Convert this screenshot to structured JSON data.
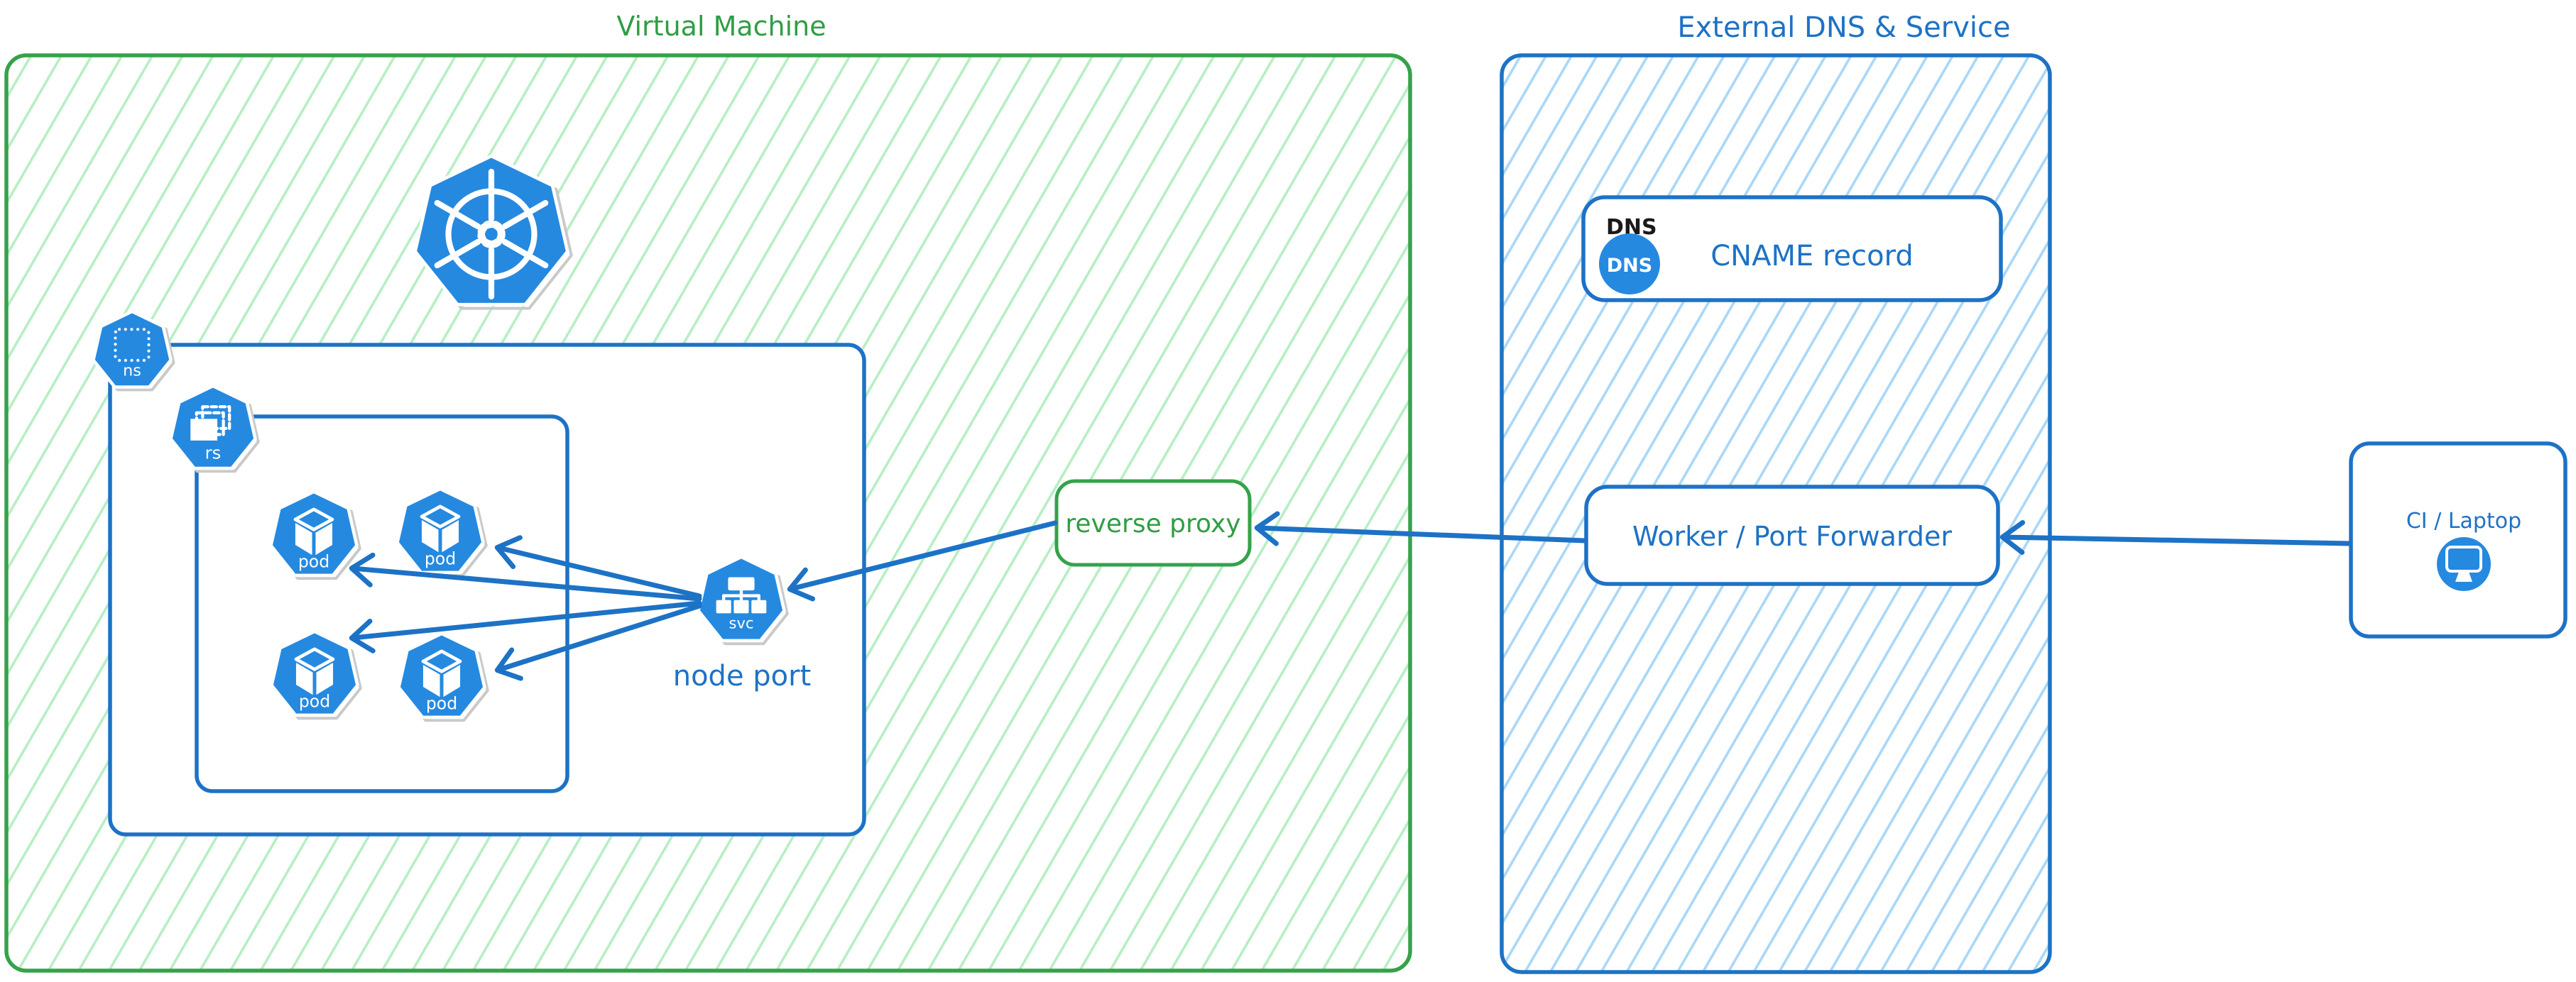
{
  "vm": {
    "title": "Virtual Machine",
    "node_port_label": "node port",
    "reverse_proxy_label": "reverse proxy",
    "ns_label": "ns",
    "rs_label": "rs",
    "pod_label": "pod",
    "svc_label": "svc"
  },
  "external": {
    "title": "External DNS & Service",
    "dns_tag": "DNS",
    "dns_icon_label": "DNS",
    "cname_label": "CNAME record",
    "worker_label": "Worker / Port Forwarder"
  },
  "client": {
    "label": "CI / Laptop"
  },
  "icons": {
    "kubernetes_logo": "heptagon-ship-wheel",
    "namespace": "heptagon-dotted-square",
    "replicaset": "heptagon-stacked-squares",
    "pod": "heptagon-cube",
    "service": "heptagon-tree",
    "dns": "circle-dns-badge",
    "client_device": "circle-monitor"
  },
  "colors": {
    "green_stroke": "#35a24a",
    "green_hatch": "#b7eec3",
    "blue_stroke": "#1d72c5",
    "icon_blue": "#2589e0",
    "blue_hatch": "#a9d7f7",
    "black_text": "#1a1a1a",
    "white": "#ffffff"
  }
}
